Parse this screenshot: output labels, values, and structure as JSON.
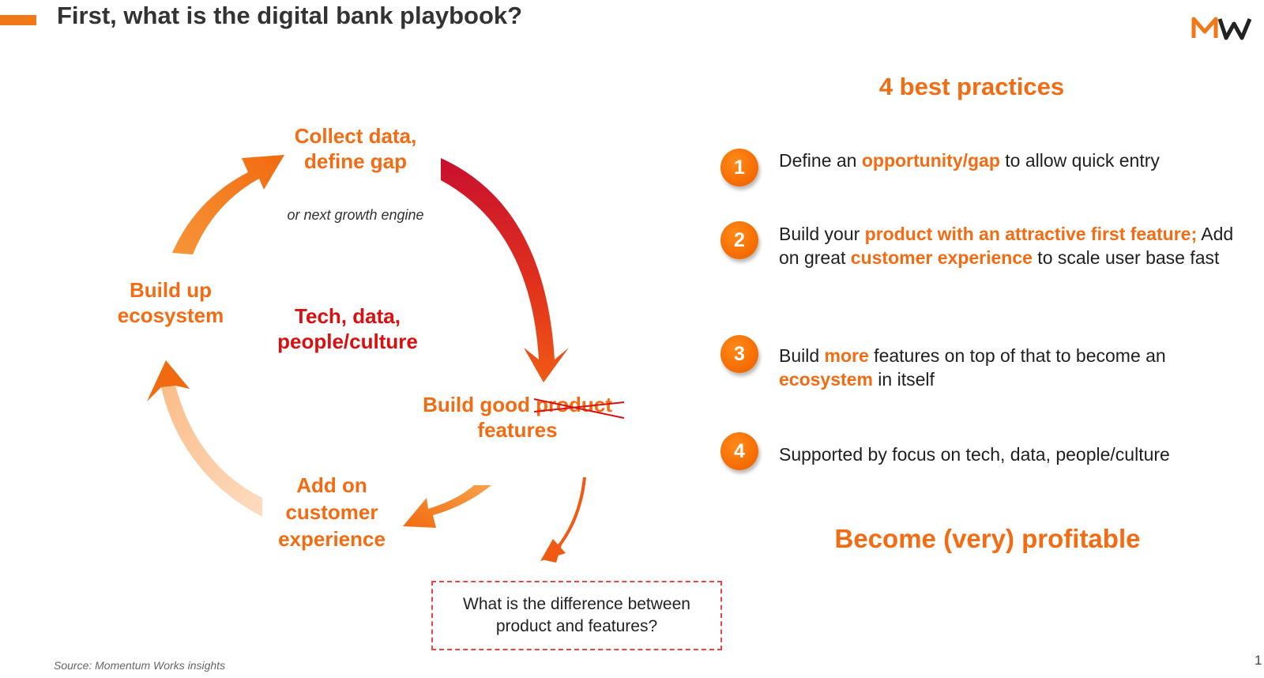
{
  "slide": {
    "title": "First, what is the digital bank playbook?",
    "logo_text": "MW",
    "source": "Source: Momentum Works insights",
    "page_number": "1"
  },
  "cycle": {
    "collect_line1": "Collect data,",
    "collect_line2": "define gap",
    "collect_sub": "or next growth engine",
    "center_line1": "Tech, data,",
    "center_line2": "people/culture",
    "features_prefix": "Build good ",
    "features_struck": "product",
    "features_line2": "features",
    "customer_line1": "Add on",
    "customer_line2": "customer",
    "customer_line3": "experience",
    "ecosystem_line1": "Build up",
    "ecosystem_line2": "ecosystem"
  },
  "question_box": {
    "line1": "What is the difference between",
    "line2": "product and features?"
  },
  "best_practices": {
    "title": "4 best practices",
    "items": [
      {
        "number": "1",
        "p1": "Define an ",
        "h1": "opportunity/gap",
        "p2": " to allow quick entry"
      },
      {
        "number": "2",
        "p1": "Build  your ",
        "h1": "product with an attractive first feature;",
        "p2": " Add on great ",
        "h2": "customer experience",
        "p3": " to scale user base fast"
      },
      {
        "number": "3",
        "p1": "Build ",
        "h1": "more",
        "p2": " features on top of that to become an ",
        "h2": "ecosystem",
        "p3": " in itself"
      },
      {
        "number": "4",
        "p1": "Supported by focus on tech, data, people/culture"
      }
    ],
    "conclusion": "Become (very) profitable"
  },
  "colors": {
    "accent_orange": "#f36b12",
    "deep_red": "#d9100f",
    "light_peach": "#fbbf8c",
    "dash_red": "#e84545"
  }
}
